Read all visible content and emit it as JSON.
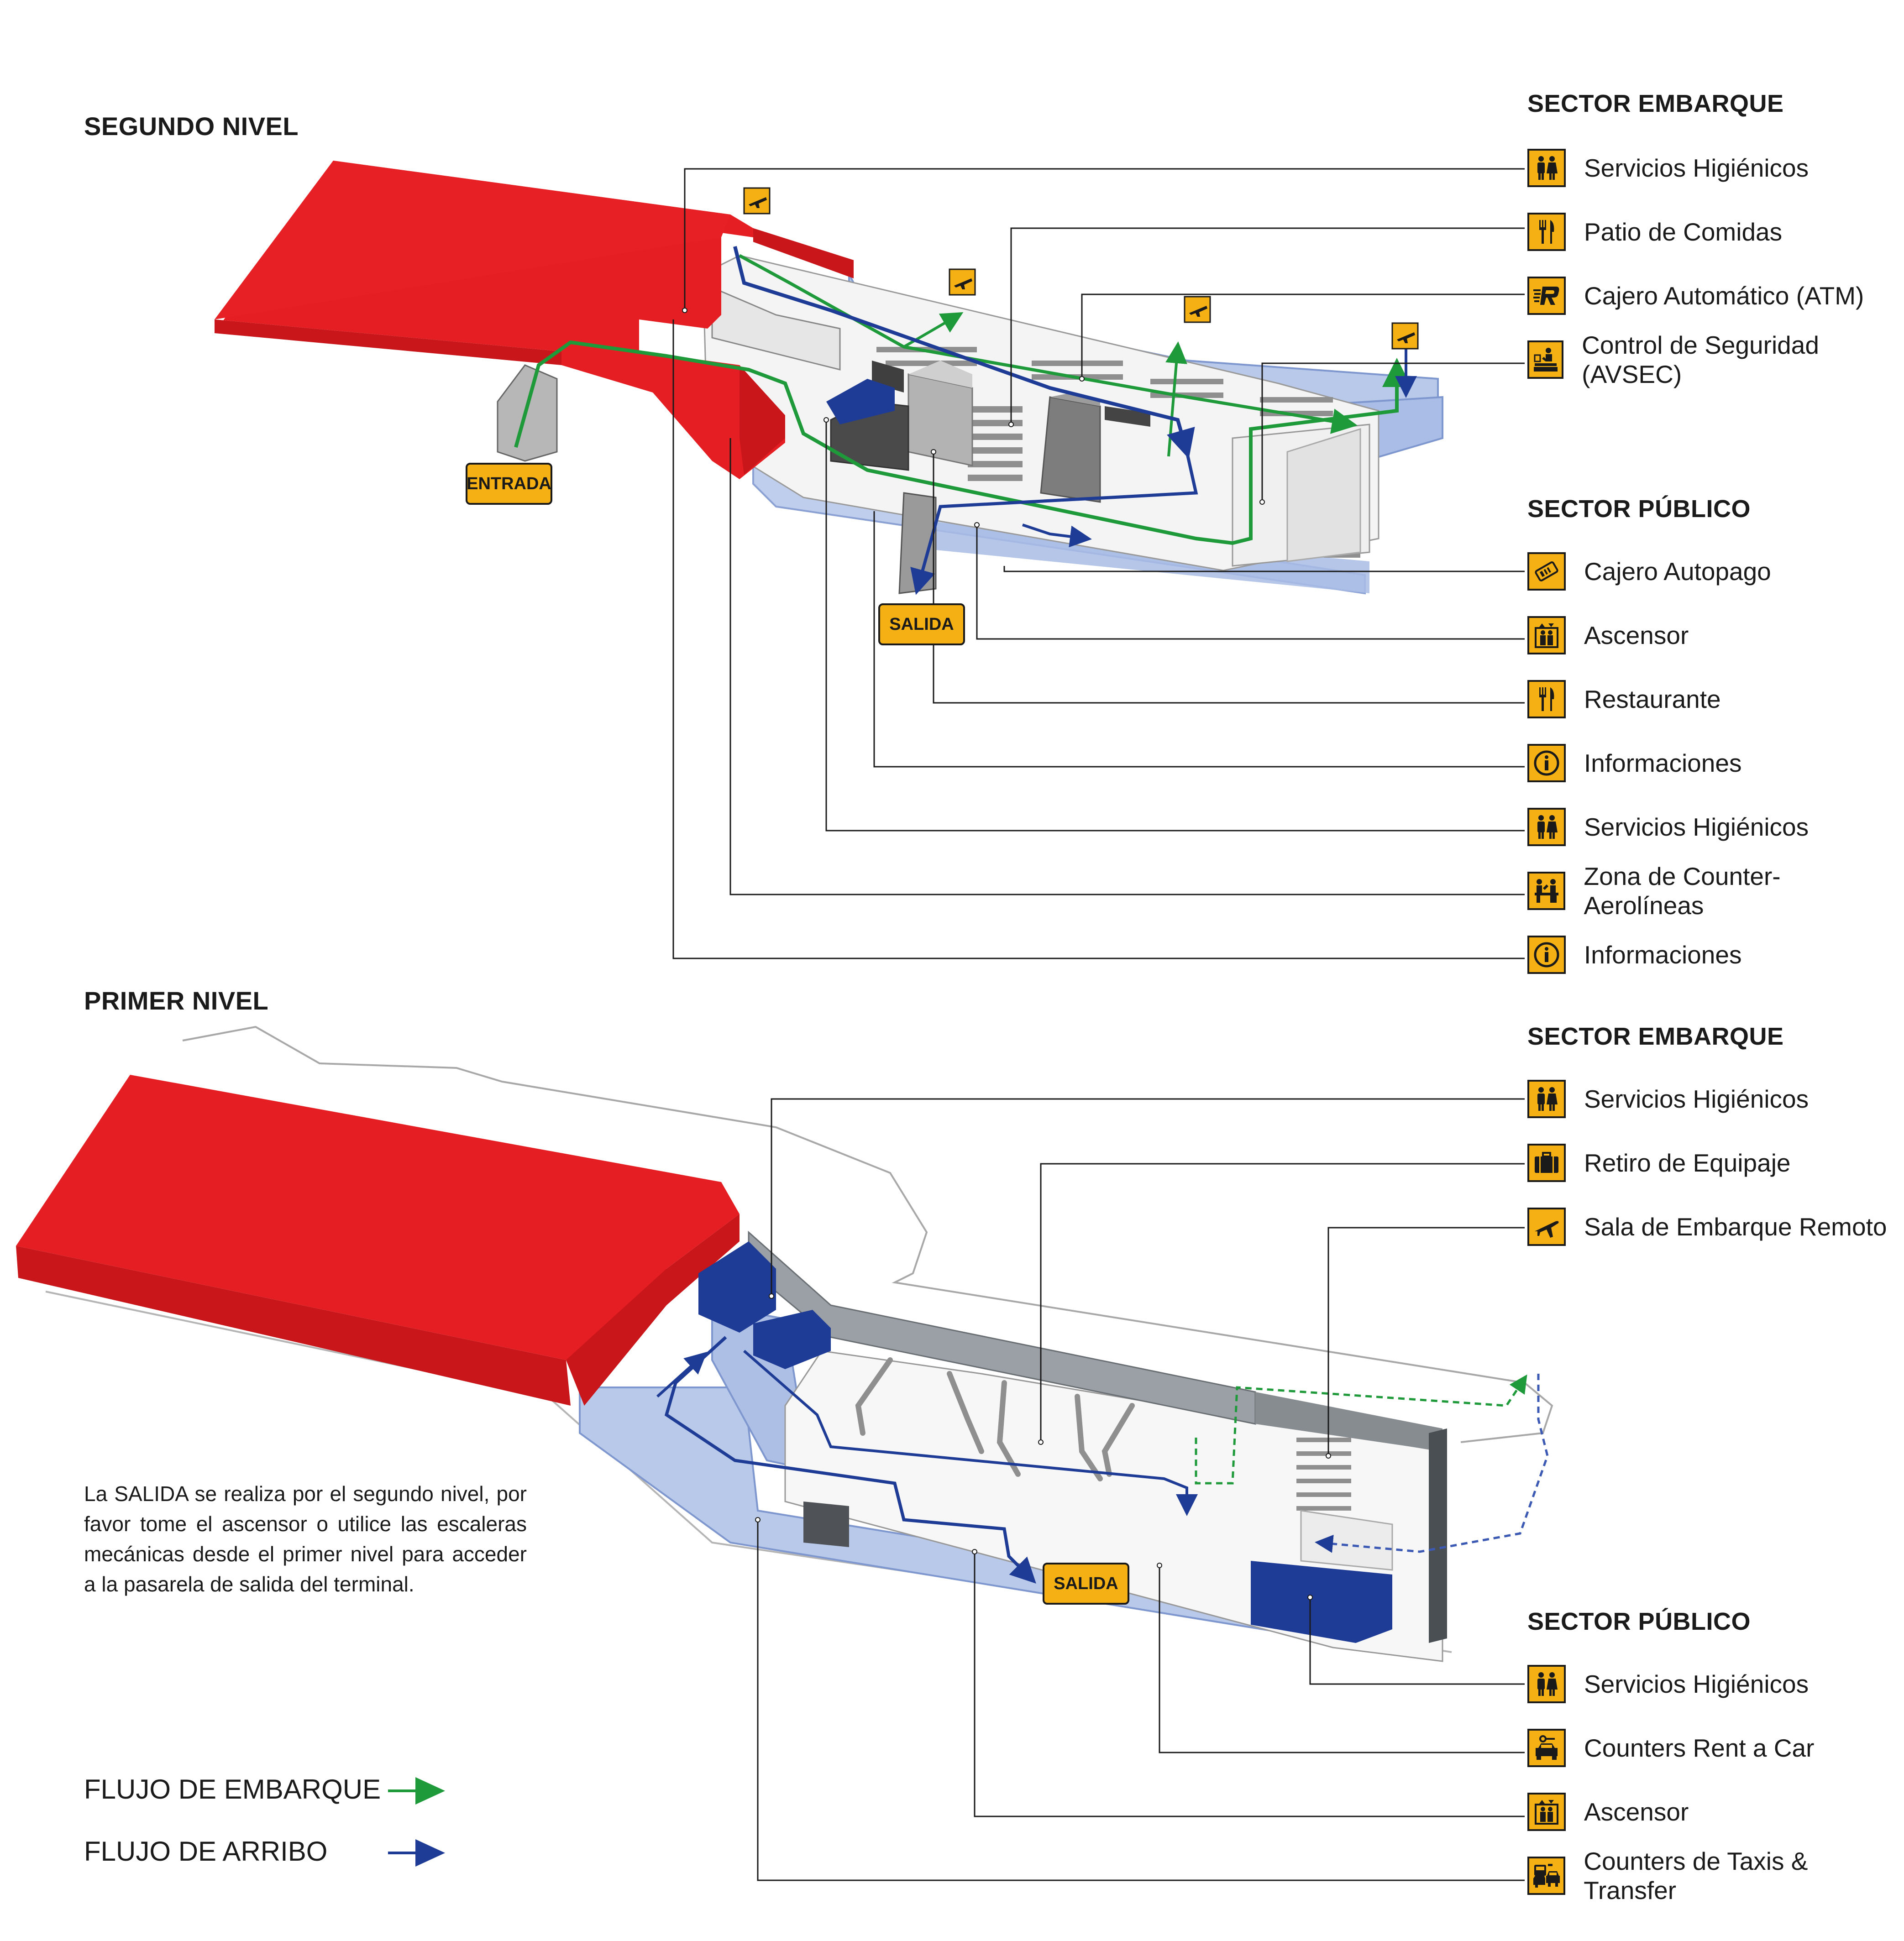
{
  "levels": {
    "upper": "SEGUNDO NIVEL",
    "lower": "PRIMER NIVEL"
  },
  "upper_legend": {
    "boarding_title": "SECTOR EMBARQUE",
    "boarding_items": [
      {
        "icon": "restroom-icon",
        "label": "Servicios Higiénicos"
      },
      {
        "icon": "fork-knife-icon",
        "label": "Patio de Comidas"
      },
      {
        "icon": "atm-icon",
        "label": "Cajero Automático (ATM)"
      },
      {
        "icon": "security-check-icon",
        "label": "Control de Seguridad (AVSEC)"
      }
    ],
    "public_title": "SECTOR PÚBLICO",
    "public_items": [
      {
        "icon": "parking-payment-icon",
        "label": "Cajero Autopago"
      },
      {
        "icon": "elevator-icon",
        "label": "Ascensor"
      },
      {
        "icon": "fork-knife-icon",
        "label": "Restaurante"
      },
      {
        "icon": "information-icon",
        "label": "Informaciones"
      },
      {
        "icon": "restroom-icon",
        "label": "Servicios Higiénicos"
      },
      {
        "icon": "airline-counter-icon",
        "label": "Zona de Counter- Aerolíneas"
      },
      {
        "icon": "information-icon",
        "label": "Informaciones"
      }
    ]
  },
  "lower_legend": {
    "boarding_title": "SECTOR EMBARQUE",
    "boarding_items": [
      {
        "icon": "restroom-icon",
        "label": "Servicios Higiénicos"
      },
      {
        "icon": "baggage-icon",
        "label": "Retiro de Equipaje"
      },
      {
        "icon": "airplane-icon",
        "label": "Sala de Embarque Remoto"
      }
    ],
    "public_title": "SECTOR PÚBLICO",
    "public_items": [
      {
        "icon": "restroom-icon",
        "label": "Servicios Higiénicos"
      },
      {
        "icon": "rent-a-car-icon",
        "label": "Counters Rent a Car"
      },
      {
        "icon": "elevator-icon",
        "label": "Ascensor"
      },
      {
        "icon": "taxi-icon",
        "label": "Counters de Taxis & Transfer"
      }
    ]
  },
  "callouts": {
    "entrance": "ENTRADA",
    "exit_upper": "SALIDA",
    "exit_lower": "SALIDA"
  },
  "note": "La SALIDA se realiza por el segundo nivel, por favor tome el ascensor o utilice las escaleras mecánicas desde el primer nivel para acceder a la pasarela de salida del terminal.",
  "flows": {
    "boarding": {
      "label": "FLUJO DE EMBARQUE",
      "color": "#1f9a3a"
    },
    "arrival": {
      "label": "FLUJO DE ARRIBO",
      "color": "#1e3c96"
    }
  },
  "colors": {
    "icon_bg": "#f5b014",
    "building_red": "#e41e22",
    "zone_blue": "#1e3c96",
    "glass_blue": "#8fa8d9"
  }
}
